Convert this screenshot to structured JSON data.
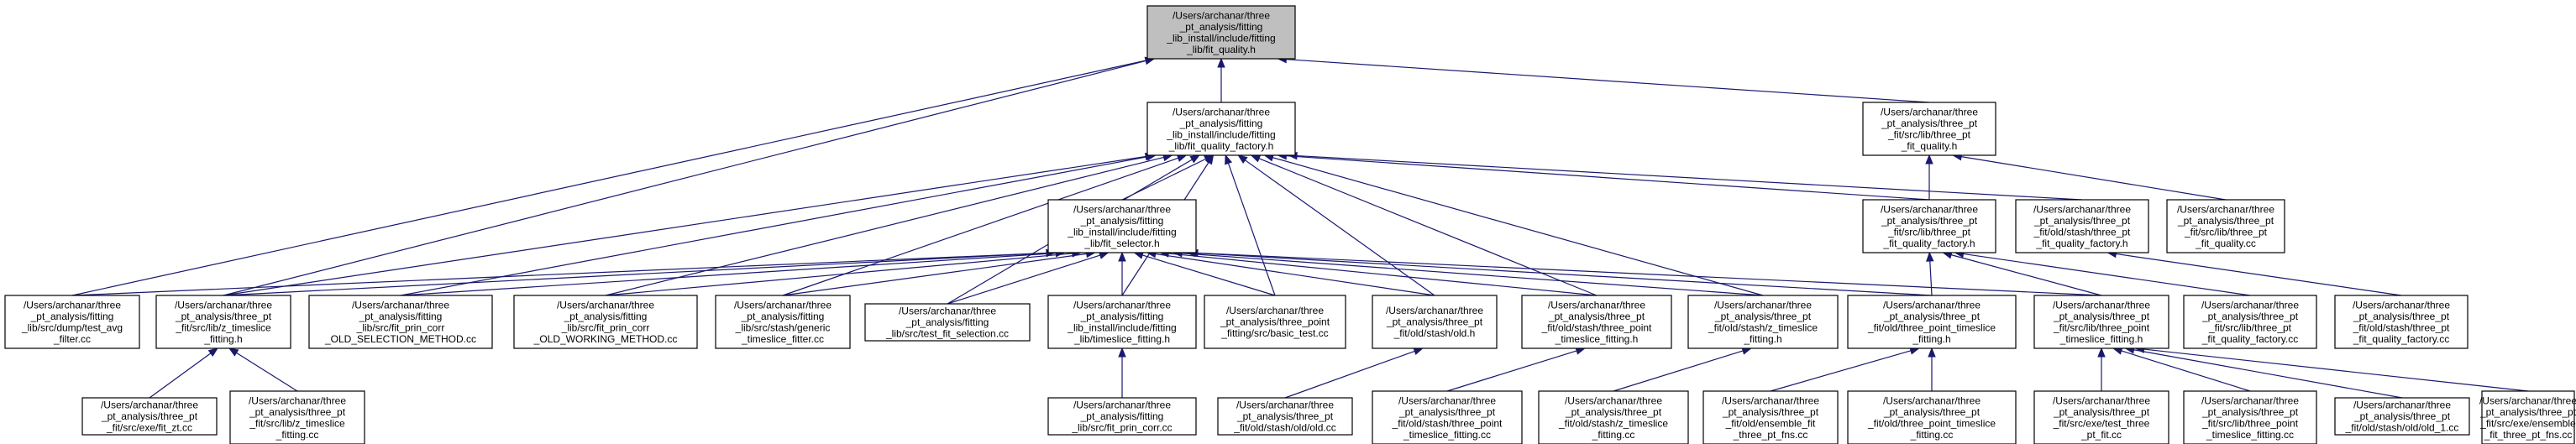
{
  "graph": {
    "title": "",
    "nodes": [
      {
        "id": "root",
        "lines": [
          "/Users/archanar/three",
          "_pt_analysis/fitting",
          "_lib_install/include/fitting",
          "_lib/fit_quality.h"
        ],
        "highlight": true
      },
      {
        "id": "fqf_inst",
        "lines": [
          "/Users/archanar/three",
          "_pt_analysis/fitting",
          "_lib_install/include/fitting",
          "_lib/fit_quality_factory.h"
        ]
      },
      {
        "id": "fq_src",
        "lines": [
          "/Users/archanar/three",
          "_pt_analysis/three_pt",
          "_fit/src/lib/three_pt",
          "_fit_quality.h"
        ]
      },
      {
        "id": "fsel_inst",
        "lines": [
          "/Users/archanar/three",
          "_pt_analysis/fitting",
          "_lib_install/include/fitting",
          "_lib/fit_selector.h"
        ]
      },
      {
        "id": "fqf_src",
        "lines": [
          "/Users/archanar/three",
          "_pt_analysis/three_pt",
          "_fit/src/lib/three_pt",
          "_fit_quality_factory.h"
        ]
      },
      {
        "id": "fqf_old",
        "lines": [
          "/Users/archanar/three",
          "_pt_analysis/three_pt",
          "_fit/old/stash/three_pt",
          "_fit_quality_factory.h"
        ]
      },
      {
        "id": "fq_cc",
        "lines": [
          "/Users/archanar/three",
          "_pt_analysis/three_pt",
          "_fit/src/lib/three_pt",
          "_fit_quality.cc"
        ]
      },
      {
        "id": "test_avg",
        "lines": [
          "/Users/archanar/three",
          "_pt_analysis/fitting",
          "_lib/src/dump/test_avg",
          "_filter.cc"
        ]
      },
      {
        "id": "z_ts_h",
        "lines": [
          "/Users/archanar/three",
          "_pt_analysis/three_pt",
          "_fit/src/lib/z_timeslice",
          "_fitting.h"
        ]
      },
      {
        "id": "old_sel",
        "lines": [
          "/Users/archanar/three",
          "_pt_analysis/fitting",
          "_lib/src/fit_prin_corr",
          "_OLD_SELECTION_METHOD.cc"
        ]
      },
      {
        "id": "old_work",
        "lines": [
          "/Users/archanar/three",
          "_pt_analysis/fitting",
          "_lib/src/fit_prin_corr",
          "_OLD_WORKING_METHOD.cc"
        ]
      },
      {
        "id": "generic_ts",
        "lines": [
          "/Users/archanar/three",
          "_pt_analysis/fitting",
          "_lib/src/stash/generic",
          "_timeslice_fitter.cc"
        ]
      },
      {
        "id": "test_fit_sel",
        "lines": [
          "/Users/archanar/three",
          "_pt_analysis/fitting",
          "_lib/src/test_fit_selection.cc"
        ]
      },
      {
        "id": "ts_fit_inst",
        "lines": [
          "/Users/archanar/three",
          "_pt_analysis/fitting",
          "_lib_install/include/fitting",
          "_lib/timeslice_fitting.h"
        ]
      },
      {
        "id": "basic_test",
        "lines": [
          "/Users/archanar/three",
          "_pt_analysis/three_point",
          "_fitting/src/basic_test.cc"
        ]
      },
      {
        "id": "old_h",
        "lines": [
          "/Users/archanar/three",
          "_pt_analysis/three_pt",
          "_fit/old/stash/old.h"
        ]
      },
      {
        "id": "stash_tpts",
        "lines": [
          "/Users/archanar/three",
          "_pt_analysis/three_pt",
          "_fit/old/stash/three_point",
          "_timeslice_fitting.h"
        ]
      },
      {
        "id": "stash_z_ts",
        "lines": [
          "/Users/archanar/three",
          "_pt_analysis/three_pt",
          "_fit/old/stash/z_timeslice",
          "_fitting.h"
        ]
      },
      {
        "id": "old_tpts",
        "lines": [
          "/Users/archanar/three",
          "_pt_analysis/three_pt",
          "_fit/old/three_point_timeslice",
          "_fitting.h"
        ]
      },
      {
        "id": "src_tpts",
        "lines": [
          "/Users/archanar/three",
          "_pt_analysis/three_pt",
          "_fit/src/lib/three_point",
          "_timeslice_fitting.h"
        ]
      },
      {
        "id": "fqf_src_cc",
        "lines": [
          "/Users/archanar/three",
          "_pt_analysis/three_pt",
          "_fit/src/lib/three_pt",
          "_fit_quality_factory.cc"
        ]
      },
      {
        "id": "fqf_old_cc",
        "lines": [
          "/Users/archanar/three",
          "_pt_analysis/three_pt",
          "_fit/old/stash/three_pt",
          "_fit_quality_factory.cc"
        ]
      },
      {
        "id": "fit_zt",
        "lines": [
          "/Users/archanar/three",
          "_pt_analysis/three_pt",
          "_fit/src/exe/fit_zt.cc"
        ]
      },
      {
        "id": "z_ts_cc",
        "lines": [
          "/Users/archanar/three",
          "_pt_analysis/three_pt",
          "_fit/src/lib/z_timeslice",
          "_fitting.cc"
        ]
      },
      {
        "id": "fit_prin_corr",
        "lines": [
          "/Users/archanar/three",
          "_pt_analysis/fitting",
          "_lib/src/fit_prin_corr.cc"
        ]
      },
      {
        "id": "old_cc",
        "lines": [
          "/Users/archanar/three",
          "_pt_analysis/three_pt",
          "_fit/old/stash/old/old.cc"
        ]
      },
      {
        "id": "stash_tpts_cc",
        "lines": [
          "/Users/archanar/three",
          "_pt_analysis/three_pt",
          "_fit/old/stash/three_point",
          "_timeslice_fitting.cc"
        ]
      },
      {
        "id": "stash_z_ts_cc",
        "lines": [
          "/Users/archanar/three",
          "_pt_analysis/three_pt",
          "_fit/old/stash/z_timeslice",
          "_fitting.cc"
        ]
      },
      {
        "id": "ens_fns",
        "lines": [
          "/Users/archanar/three",
          "_pt_analysis/three_pt",
          "_fit/old/ensemble_fit",
          "_three_pt_fns.cc"
        ]
      },
      {
        "id": "old_tpts_cc",
        "lines": [
          "/Users/archanar/three",
          "_pt_analysis/three_pt",
          "_fit/old/three_point_timeslice",
          "_fitting.cc"
        ]
      },
      {
        "id": "test_three",
        "lines": [
          "/Users/archanar/three",
          "_pt_analysis/three_pt",
          "_fit/src/exe/test_three",
          "_pt_fit.cc"
        ]
      },
      {
        "id": "src_tpts_cc",
        "lines": [
          "/Users/archanar/three",
          "_pt_analysis/three_pt",
          "_fit/src/lib/three_point",
          "_timeslice_fitting.cc"
        ]
      },
      {
        "id": "old_1",
        "lines": [
          "/Users/archanar/three",
          "_pt_analysis/three_pt",
          "_fit/old/stash/old/old_1.cc"
        ]
      },
      {
        "id": "ensemble_exe",
        "lines": [
          "/Users/archanar/three",
          "_pt_analysis/three_pt",
          "_fit/src/exe/ensemble",
          "_fit_three_pt_fns.cc"
        ]
      }
    ],
    "edges": [
      [
        "fqf_inst",
        "root"
      ],
      [
        "fq_src",
        "root"
      ],
      [
        "test_avg",
        "root"
      ],
      [
        "z_ts_h",
        "root"
      ],
      [
        "fsel_inst",
        "fqf_inst"
      ],
      [
        "z_ts_h",
        "fqf_inst"
      ],
      [
        "old_sel",
        "fqf_inst"
      ],
      [
        "old_work",
        "fqf_inst"
      ],
      [
        "generic_ts",
        "fqf_inst"
      ],
      [
        "test_fit_sel",
        "fqf_inst"
      ],
      [
        "ts_fit_inst",
        "fqf_inst"
      ],
      [
        "basic_test",
        "fqf_inst"
      ],
      [
        "old_h",
        "fqf_inst"
      ],
      [
        "stash_tpts",
        "fqf_inst"
      ],
      [
        "stash_z_ts",
        "fqf_inst"
      ],
      [
        "fqf_src",
        "fqf_inst"
      ],
      [
        "fqf_old",
        "fqf_inst"
      ],
      [
        "fqf_src",
        "fq_src"
      ],
      [
        "fq_cc",
        "fq_src"
      ],
      [
        "test_avg",
        "fsel_inst"
      ],
      [
        "z_ts_h",
        "fsel_inst"
      ],
      [
        "old_sel",
        "fsel_inst"
      ],
      [
        "old_work",
        "fsel_inst"
      ],
      [
        "generic_ts",
        "fsel_inst"
      ],
      [
        "test_fit_sel",
        "fsel_inst"
      ],
      [
        "ts_fit_inst",
        "fsel_inst"
      ],
      [
        "basic_test",
        "fsel_inst"
      ],
      [
        "old_h",
        "fsel_inst"
      ],
      [
        "stash_tpts",
        "fsel_inst"
      ],
      [
        "stash_z_ts",
        "fsel_inst"
      ],
      [
        "old_tpts",
        "fsel_inst"
      ],
      [
        "src_tpts",
        "fsel_inst"
      ],
      [
        "old_tpts",
        "fqf_src"
      ],
      [
        "src_tpts",
        "fqf_src"
      ],
      [
        "fqf_src_cc",
        "fqf_src"
      ],
      [
        "fqf_old_cc",
        "fqf_old"
      ],
      [
        "fit_zt",
        "z_ts_h"
      ],
      [
        "z_ts_cc",
        "z_ts_h"
      ],
      [
        "fit_prin_corr",
        "ts_fit_inst"
      ],
      [
        "old_cc",
        "old_h"
      ],
      [
        "stash_tpts_cc",
        "stash_tpts"
      ],
      [
        "stash_z_ts_cc",
        "stash_z_ts"
      ],
      [
        "ens_fns",
        "old_tpts"
      ],
      [
        "old_tpts_cc",
        "old_tpts"
      ],
      [
        "test_three",
        "src_tpts"
      ],
      [
        "src_tpts_cc",
        "src_tpts"
      ],
      [
        "old_1",
        "src_tpts"
      ],
      [
        "ensemble_exe",
        "src_tpts"
      ]
    ]
  }
}
